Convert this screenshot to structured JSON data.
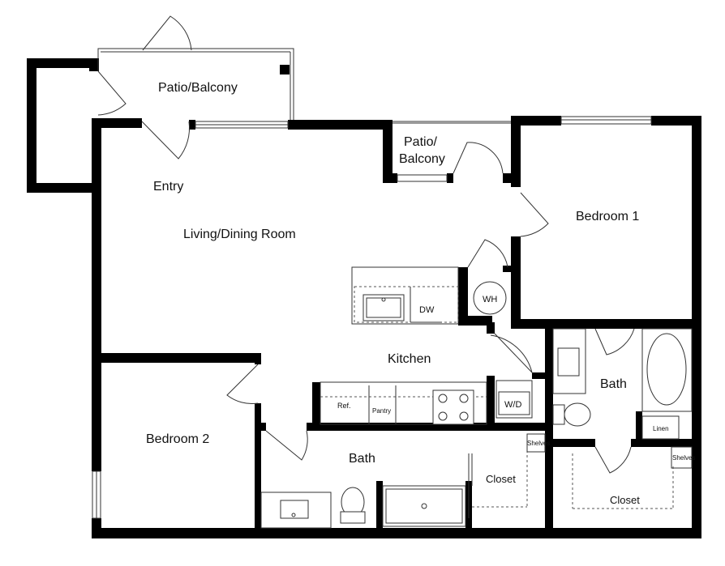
{
  "rooms": {
    "patio_balcony_main": "Patio/Balcony",
    "patio_balcony_small_line1": "Patio/",
    "patio_balcony_small_line2": "Balcony",
    "entry": "Entry",
    "living_dining": "Living/Dining Room",
    "bedroom1": "Bedroom 1",
    "kitchen": "Kitchen",
    "bath_center": "Bath",
    "bath_right": "Bath",
    "bedroom2": "Bedroom 2",
    "closet_center": "Closet",
    "closet_right": "Closet"
  },
  "fixtures": {
    "dishwasher": "DW",
    "water_heater": "WH",
    "refrigerator": "Ref.",
    "pantry": "Pantry",
    "washer_dryer": "W/D",
    "shelves_center": "Shelves",
    "shelves_right": "Shelves",
    "linen": "Linen"
  }
}
